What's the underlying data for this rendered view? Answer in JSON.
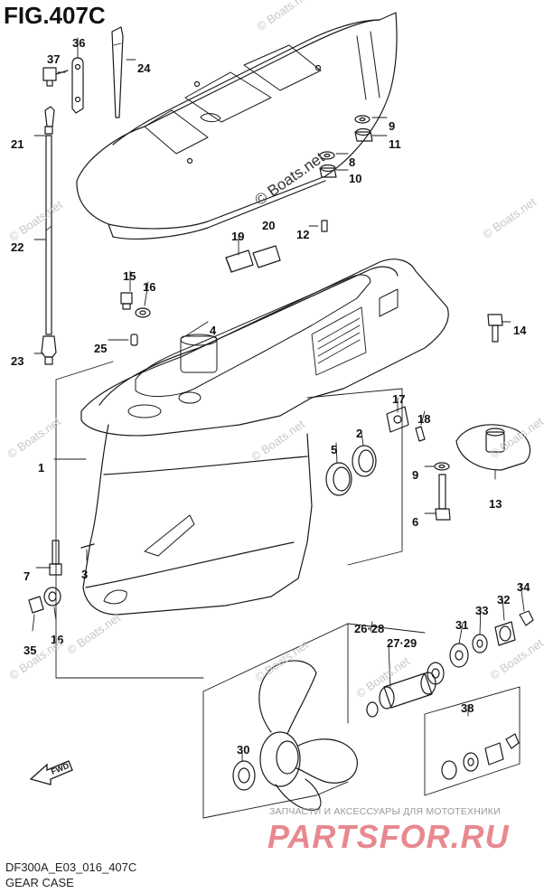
{
  "title": "FIG.407C",
  "footer": {
    "code": "DF300A_E03_016_407C",
    "name": "GEAR CASE"
  },
  "watermarks": [
    "© Boats.net",
    "© Boats.net",
    "© Boats.net",
    "© Boats.net",
    "© Boats.net",
    "© Boats.net",
    "© Boats.net",
    "© Boats.net",
    "© Boats.net",
    "© Boats.net",
    "© Boats.net"
  ],
  "watermark_dark": "© Boats.net",
  "site_tag": "ЗАПЧАСТИ И АКСЕССУАРЫ ДЛЯ МОТОТЕХНИКИ",
  "site_logo": "PARTSFOR.RU",
  "fwd_label": "FWD",
  "callouts": [
    "37",
    "36",
    "24",
    "21",
    "22",
    "23",
    "9",
    "11",
    "8",
    "10",
    "19",
    "20",
    "12",
    "15",
    "16",
    "4",
    "25",
    "14",
    "17",
    "18",
    "2",
    "5",
    "1",
    "9",
    "13",
    "6",
    "7",
    "3",
    "16",
    "35",
    "34",
    "32",
    "33",
    "31",
    "26·28",
    "27·29",
    "38",
    "30"
  ],
  "colors": {
    "line": "#1a1a1a",
    "watermark": "#c7c7c7",
    "logo": "#e8888f"
  }
}
